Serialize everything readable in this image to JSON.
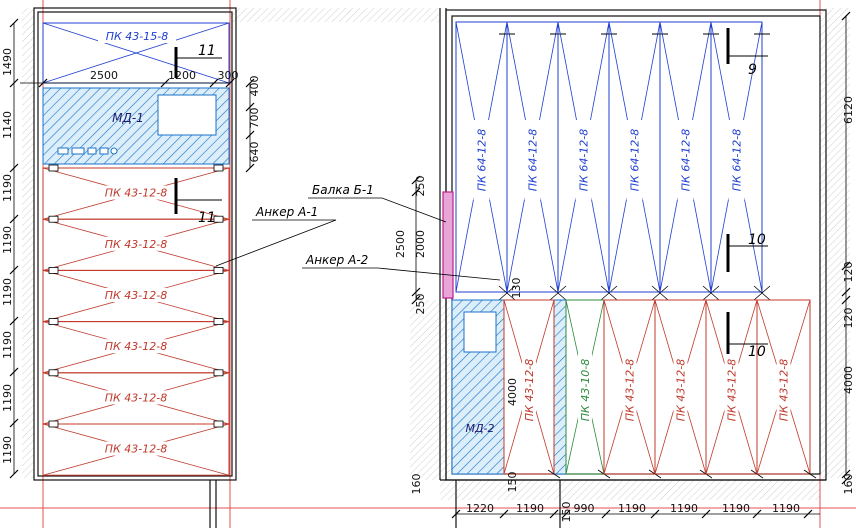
{
  "colors": {
    "wall": "#111111",
    "slab_red": "#c0392b",
    "slab_blue": "#1f3fd1",
    "slab_green": "#2e8b3e",
    "monolith": "#1a73c9",
    "beam": "#c21f8a",
    "axis_red": "#e05050"
  },
  "left_bay": {
    "top_slab": "ПК 43-15-8",
    "monolith": "МД-1",
    "slabs": [
      "ПК 43-12-8",
      "ПК 43-12-8",
      "ПК 43-12-8",
      "ПК 43-12-8",
      "ПК 43-12-8",
      "ПК 43-12-8"
    ],
    "top_dims": [
      "2500",
      "1200",
      "300"
    ],
    "left_dims": [
      "1490",
      "1140",
      "1190",
      "1190",
      "1190",
      "1190",
      "1190",
      "1190"
    ],
    "right_dims": [
      "400",
      "700",
      "640"
    ]
  },
  "right_bay": {
    "upper_slabs": [
      "ПК 64-12-8",
      "ПК 64-12-8",
      "ПК 64-12-8",
      "ПК 64-12-8",
      "ПК 64-12-8",
      "ПК 64-12-8"
    ],
    "monolith": "МД-2",
    "lower_slabs": [
      "ПК 43-12-8",
      "ПК 43-10-8",
      "ПК 43-12-8",
      "ПК 43-12-8",
      "ПК 43-12-8",
      "ПК 43-12-8"
    ],
    "right_dims": [
      "6120",
      "120",
      "120",
      "4000",
      "160"
    ],
    "bottom_dims": [
      "1220",
      "1190",
      "150",
      "990",
      "1190",
      "1190",
      "1190",
      "1190"
    ],
    "left_dims": [
      "250",
      "2000",
      "2500",
      "250",
      "130",
      "4000",
      "160",
      "150"
    ]
  },
  "callouts": {
    "beam": "Балка Б-1",
    "anchor1": "Анкер А-1",
    "anchor2": "Анкер А-2"
  },
  "sections": [
    "11",
    "11",
    "9",
    "10",
    "10"
  ]
}
